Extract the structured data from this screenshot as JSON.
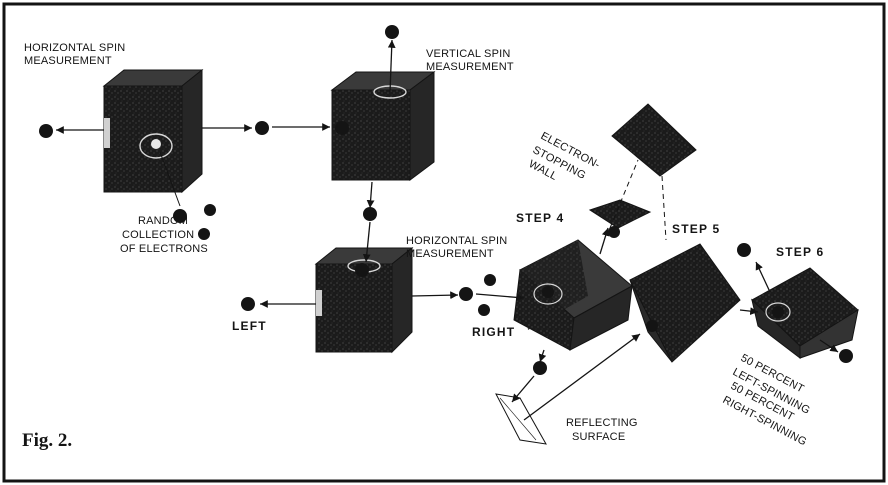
{
  "figure": {
    "caption": "Fig. 2.",
    "labels": {
      "horizontal_spin_1": [
        "HORIZONTAL SPIN",
        "MEASUREMENT"
      ],
      "vertical_spin": [
        "VERTICAL SPIN",
        "MEASUREMENT"
      ],
      "random_collection": [
        "RANDOM",
        "COLLECTION",
        "OF ELECTRONS"
      ],
      "horizontal_spin_2": [
        "HORIZONTAL SPIN",
        "MEASUREMENT"
      ],
      "electron_wall": [
        "ELECTRON-",
        "STOPPING",
        "WALL"
      ],
      "step4": "STEP 4",
      "step5": "STEP 5",
      "step6": "STEP 6",
      "left": "LEFT",
      "right": "RIGHT",
      "reflecting_surface": [
        "REFLECTING",
        "SURFACE"
      ],
      "result": [
        "50 PERCENT",
        "LEFT-SPINNING",
        "50 PERCENT",
        "RIGHT-SPINNING"
      ]
    }
  }
}
